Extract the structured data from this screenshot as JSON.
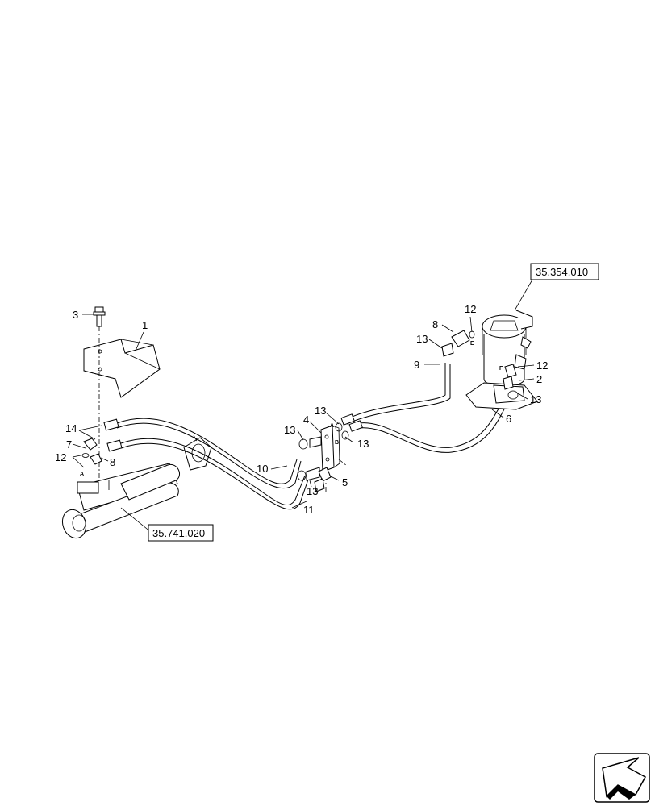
{
  "diagram": {
    "references": {
      "top_right": "35.354.010",
      "bottom_left": "35.741.020"
    },
    "callouts": {
      "c1": "1",
      "c2": "2",
      "c3": "3",
      "c4": "4",
      "c5": "5",
      "c6": "6",
      "c7": "7",
      "c8a": "8",
      "c8b": "8",
      "c9": "9",
      "c10": "10",
      "c11": "11",
      "c12a": "12",
      "c12b": "12",
      "c12c": "12",
      "c13a": "13",
      "c13b": "13",
      "c13c": "13",
      "c13d": "13",
      "c13e": "13",
      "c13f": "13",
      "c14": "14"
    },
    "port_letters": {
      "pA_left": "A",
      "pA_mid": "A",
      "pB_mid": "B",
      "pE": "E",
      "pF": "F"
    },
    "nav_icon": "next-page-arrow-icon"
  }
}
